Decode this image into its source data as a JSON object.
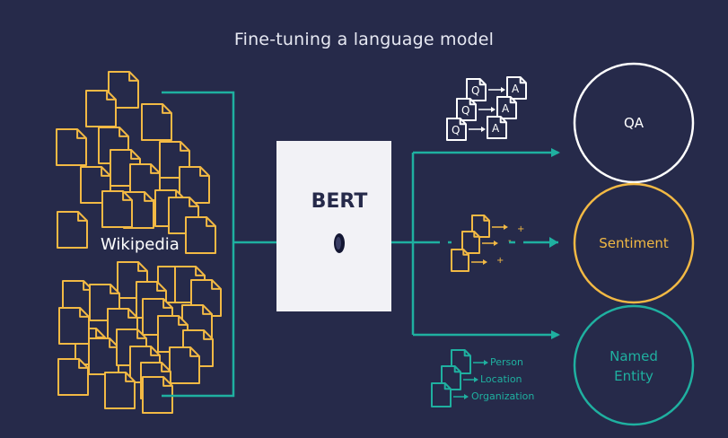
{
  "title": "Fine-tuning a language model",
  "source": {
    "label": "Wikipedia"
  },
  "model": {
    "label": "BERT"
  },
  "tasks": [
    {
      "label": "QA"
    },
    {
      "label": "Sentiment"
    },
    {
      "label_line1": "Named",
      "label_line2": "Entity"
    }
  ],
  "qa_icon": {
    "question": "Q",
    "answer": "A"
  },
  "sentiment_icon": {
    "signs": [
      "+",
      "-",
      "+"
    ]
  },
  "ner_icon": {
    "entities": [
      "Person",
      "Location",
      "Organization"
    ]
  },
  "colors": {
    "background": "#262a4a",
    "teal": "#1fb0a0",
    "yellow": "#f2b944",
    "white": "#ffffff"
  }
}
